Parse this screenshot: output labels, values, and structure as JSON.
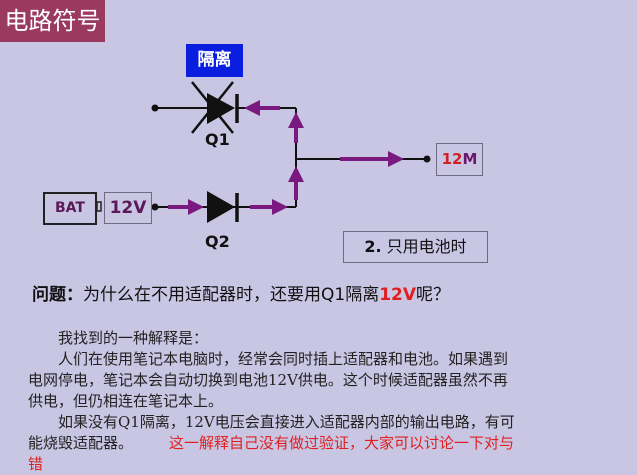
{
  "title": "电路符号",
  "isolation_label": "隔离",
  "q1_label": "Q1",
  "q2_label": "Q2",
  "battery_label": "BAT",
  "battery_voltage": "12V",
  "output_label_a": "12",
  "output_label_b": "M",
  "mode_label_num": "2.",
  "mode_label_text": "只用电池时",
  "question": {
    "prefix": "问题：",
    "text": "为什么在不用适配器时，还要用Q1隔离",
    "highlight": "12V",
    "suffix": "呢？"
  },
  "explanation": {
    "line1": "我找到的一种解释是：",
    "line2": "人们在使用笔记本电脑时，经常会同时插上适配器和电池。如果遇到电网停电，笔记本会自动切换到电池12V供电。这个时候适配器虽然不再供电，但仍相连在笔记本上。",
    "line3": "如果没有Q1隔离，12V电压会直接进入适配器内部的输出电路，有可能烧毁适配器。",
    "note": "这一解释自己没有做过验证，大家可以讨论一下对与错"
  },
  "colors": {
    "title_bg": "#9b3a5f",
    "isolation_bg": "#0a1ee0",
    "arrow": "#7a1a80",
    "highlight": "#e02020",
    "background": "#c9c6e4"
  }
}
